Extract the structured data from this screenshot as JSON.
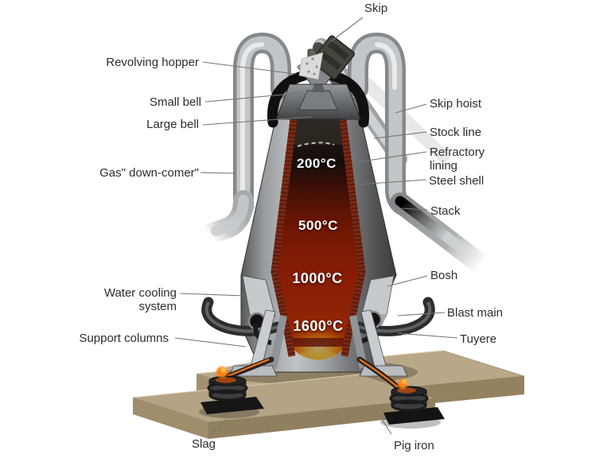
{
  "labels": {
    "skip": "Skip",
    "revolving_hopper": "Revolving hopper",
    "small_bell": "Small bell",
    "large_bell": "Large bell",
    "gas_downcomer": "Gas\"  down-comer\"",
    "water_cooling_system": "Water cooling system",
    "support_columns": "Support columns",
    "slag": "Slag",
    "skip_hoist": "Skip hoist",
    "stock_line": "Stock line",
    "refractory_lining": "Refractory lining",
    "steel_shell": "Steel shell",
    "stack": "Stack",
    "bosh": "Bosh",
    "blast_main": "Blast main",
    "tuyere": "Tuyere",
    "pig_iron": "Pig iron"
  },
  "temperatures": {
    "zone1": "200°C",
    "zone2": "500°C",
    "zone3": "1000°C",
    "zone4": "1600°C"
  },
  "colors": {
    "background": "#ffffff",
    "label_text": "#2d2d2d",
    "leader_line": "#757575",
    "shell_gray": "#9a9da0",
    "interior_red": "#c22a07",
    "molten_glow": "#ffb22e",
    "refractory_brick": "#7b2a16",
    "platform_tan": "#b7a688",
    "temperature_text": "#ffffff"
  }
}
